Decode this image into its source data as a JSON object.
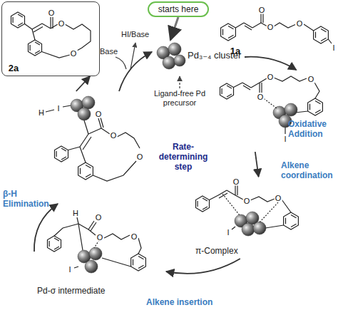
{
  "diagram": {
    "nodes": [
      {
        "text": [
          "starts here"
        ]
      },
      {
        "text": [
          "Pd₃₋₄ cluster"
        ]
      },
      {
        "text": [
          "2a",
          "O",
          "O",
          "O"
        ]
      },
      {
        "text": [
          "1a",
          "O",
          "O",
          "O",
          "I"
        ]
      },
      {
        "text": [
          "O",
          "O",
          "O",
          "I"
        ]
      },
      {
        "text": [
          "O",
          "O",
          "I",
          "O",
          "π-Complex"
        ]
      },
      {
        "text": [
          "H",
          "O",
          "O",
          "I",
          "O",
          "Pd-σ intermediate"
        ]
      },
      {
        "text": [
          "H",
          "I",
          "O",
          "O",
          "O"
        ]
      }
    ],
    "edges": [
      {
        "from": 0,
        "to": 1,
        "arrow": "to"
      },
      {
        "from": 1,
        "to": 4,
        "label": "Oxidative Addition",
        "arrow": "to"
      },
      {
        "from": 4,
        "to": 5,
        "label": "Alkene coordination",
        "arrow": "to"
      },
      {
        "from": 5,
        "to": 6,
        "label": "Alkene insertion",
        "arrow": "to"
      },
      {
        "from": 6,
        "to": 7,
        "label": "β-H Elimination",
        "arrow": "to"
      },
      {
        "from": 7,
        "to": 1,
        "arrow": "to"
      },
      {
        "from": 7,
        "to": 2,
        "arrow": "to"
      }
    ],
    "labels": [
      "Ligand-free Pd precursor",
      "Rate-determining step",
      "Base",
      "HI/Base"
    ]
  }
}
